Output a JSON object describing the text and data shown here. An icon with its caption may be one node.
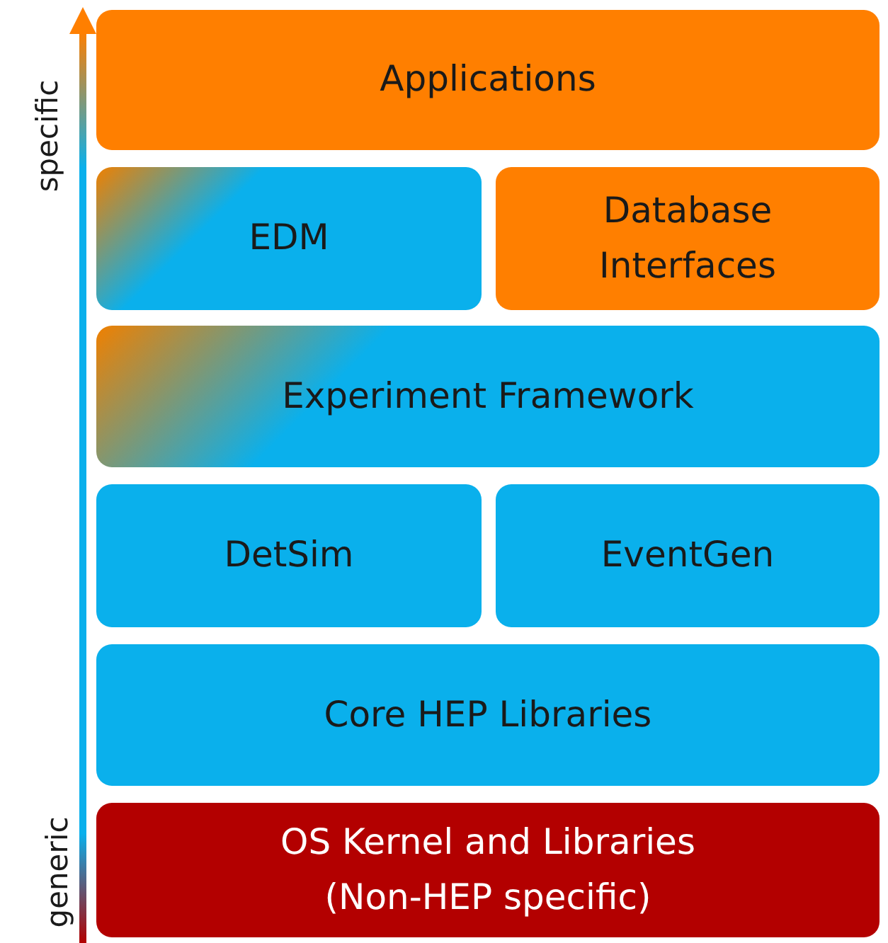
{
  "diagram": {
    "nodes": [
      {
        "text": [
          "Applications"
        ]
      },
      {
        "text": [
          "EDM"
        ]
      },
      {
        "text": [
          "Database Interfaces"
        ]
      },
      {
        "text": [
          "Experiment Framework"
        ]
      },
      {
        "text": [
          "DetSim"
        ]
      },
      {
        "text": [
          "EventGen"
        ]
      },
      {
        "text": [
          "Core HEP Libraries"
        ]
      },
      {
        "text": [
          "OS Kernel and Libraries (Non-HEP specific)"
        ]
      }
    ],
    "labels": [
      "specific",
      "generic"
    ]
  }
}
